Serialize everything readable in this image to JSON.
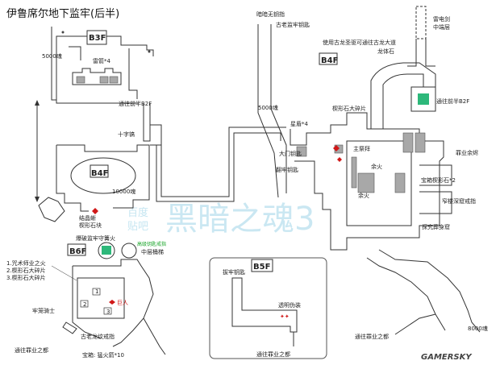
{
  "title": "伊鲁席尔地下监牢(后半)",
  "floors": {
    "b3f": "B3F",
    "b4f_left": "B4F",
    "b6f": "B6F",
    "b5f": "B5F",
    "b4f_right": "B4F"
  },
  "souls": {
    "b3f": "5000魂",
    "b4f_left": "10000魂",
    "right_top": "5000魂",
    "right_bottom": "8000魂"
  },
  "labels": {
    "thunder_arrow": "雷箭*4",
    "to_front_b2f_left": "通往前半B2F",
    "cross": "十字镐",
    "crystal_lizard": "结晶蜥",
    "rhombus_stone": "楔形石块",
    "guard_key": "爆破监牢守篝火",
    "middle_bridge": "中层桶梯",
    "pack_left": "1.咒术师业之火\n2.楔形石大碎片\n3.楔形石大碎片",
    "jailer": "牢笼骑士",
    "giant": "巨人",
    "old_dragon": "古老龙纹戒指",
    "to_sacrament_left": "通往罪业之都",
    "treasure_fire_arrow": "宝箱: 猛火箭*10",
    "b5f_key": "拔牢钥匙",
    "transparent": "透明伪装",
    "to_sacrament_b5f": "通往罪业之都",
    "dark_ring": "暗暗无钥指",
    "old_jail_key": "古老监牢钥匙",
    "use_old_key": "使用古龙圣驱可通往古龙大道",
    "dragon_stone": "龙体石",
    "thunder_sword": "雷电剑",
    "mid_level": "中端层",
    "to_front_b2f_right": "通往前半B2F",
    "rhombus_big": "楔形石大碎片",
    "shield": "星盾*4",
    "hall_key": "大门钥匙",
    "jail_key_hall": "翻牢钥匙",
    "master_hall": "主祭拜",
    "remains": "余火",
    "bonfire": "余火",
    "sin_remains": "罪业余烬",
    "treasure_stone": "宝箱楔形石*2",
    "jailer_ring": "窄楼深窟戒指",
    "explore_pile": "探究葬身窟",
    "to_sacrament_right": "通往罪业之都",
    "green_note": "高级钥匙戒指",
    "slot1": "1",
    "slot2": "2",
    "slot3": "3"
  },
  "watermark": {
    "main": "黑暗之魂3",
    "small1": "百度",
    "small2": "贴吧"
  },
  "site": "GAMERSKY",
  "colors": {
    "green_square": "#2db87a",
    "grey": "#a8a8a8",
    "red": "#d01818",
    "watermark": "#9fd5e8"
  }
}
